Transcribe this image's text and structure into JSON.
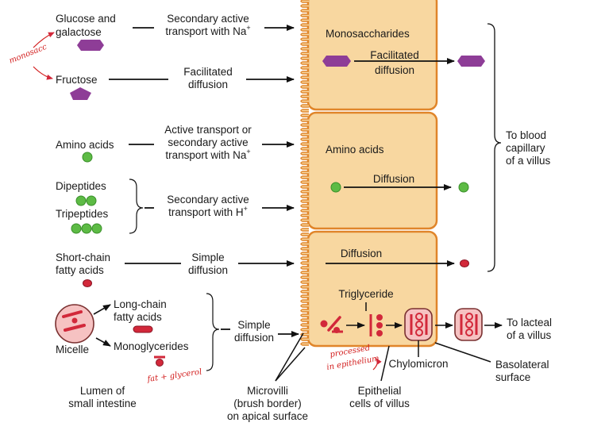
{
  "colors": {
    "cell_fill": "#f8d7a0",
    "cell_stroke": "#e0852a",
    "hexagon": "#8e3d97",
    "green": "#5dbb45",
    "red": "#d2283a",
    "annotation": "#d21c1c"
  },
  "nutrients": {
    "glucose": "Glucose and",
    "galactose": "galactose",
    "fructose": "Fructose",
    "amino_acids": "Amino acids",
    "dipeptides": "Dipeptides",
    "tripeptides": "Tripeptides",
    "scfa_1": "Short-chain",
    "scfa_2": "fatty acids",
    "lcfa_1": "Long-chain",
    "lcfa_2": "fatty acids",
    "monoglycerides": "Monoglycerides",
    "micelle": "Micelle"
  },
  "transport": {
    "sec_na_1": "Secondary active",
    "sec_na_2": "transport with Na",
    "fac_1": "Facilitated",
    "fac_2": "diffusion",
    "act_1": "Active transport or",
    "act_2": "secondary active",
    "act_3": "transport with Na",
    "sec_h_1": "Secondary active",
    "sec_h_2": "transport with H",
    "simple_1": "Simple",
    "simple_2": "diffusion",
    "lipid_simple_1": "Simple",
    "lipid_simple_2": "diffusion",
    "superscript_plus": "+"
  },
  "cell": {
    "monosaccharides": "Monosaccharides",
    "cell_fac_1": "Facilitated",
    "cell_fac_2": "diffusion",
    "amino_acids": "Amino acids",
    "diffusion_1": "Diffusion",
    "diffusion_2": "Diffusion",
    "triglyceride": "Triglyceride",
    "chylomicron": "Chylomicron"
  },
  "outputs": {
    "blood_1": "To blood",
    "blood_2": "capillary",
    "blood_3": "of a villus",
    "lacteal_1": "To lacteal",
    "lacteal_2": "of a villus"
  },
  "bottom": {
    "lumen_1": "Lumen of",
    "lumen_2": "small intestine",
    "microvilli_1": "Microvilli",
    "microvilli_2": "(brush border)",
    "microvilli_3": "on apical surface",
    "epithelial_1": "Epithelial",
    "epithelial_2": "cells of villus",
    "basolateral_1": "Basolateral",
    "basolateral_2": "surface"
  },
  "annotations": {
    "mono": "monosacc",
    "fat_glycerol": "fat + glycerol",
    "processed_1": "processed",
    "processed_2": "in epithelium"
  }
}
